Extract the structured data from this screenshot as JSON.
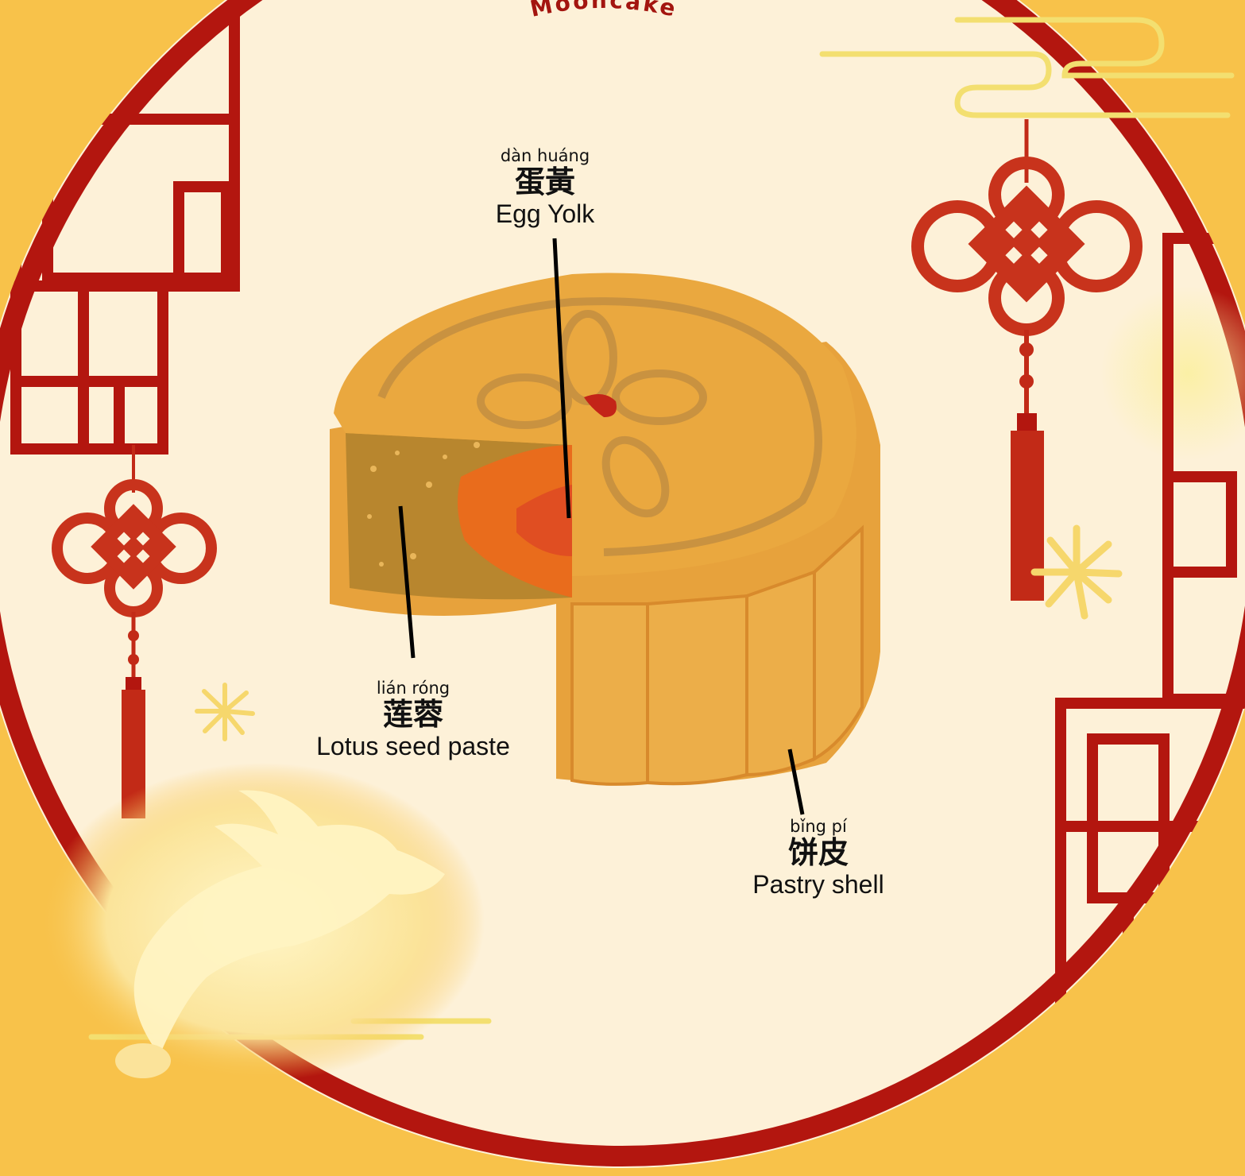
{
  "title": "Mooncake",
  "labels": {
    "egg_yolk": {
      "pinyin": "dàn huáng",
      "hanzi": "蛋黃",
      "english": "Egg Yolk"
    },
    "lotus_seed": {
      "pinyin": "lián róng",
      "hanzi": "莲蓉",
      "english": "Lotus seed paste"
    },
    "pastry": {
      "pinyin": "bǐng pí",
      "hanzi": "饼皮",
      "english": "Pastry shell"
    }
  },
  "colors": {
    "background": "#f8c24a",
    "circle_fill": "#fdf1d8",
    "frame_red": "#b3160f",
    "pastry": "#e7a23c",
    "pastry_dark": "#d88a2c",
    "filling": "#b8862e",
    "yolk_outer": "#e96c1c",
    "yolk_inner": "#e04e22",
    "title": "#a3150f"
  },
  "icons": [
    "chinese-knot-icon",
    "rabbit-icon",
    "firework-icon",
    "cloud-line-icon",
    "lattice-window-icon"
  ]
}
